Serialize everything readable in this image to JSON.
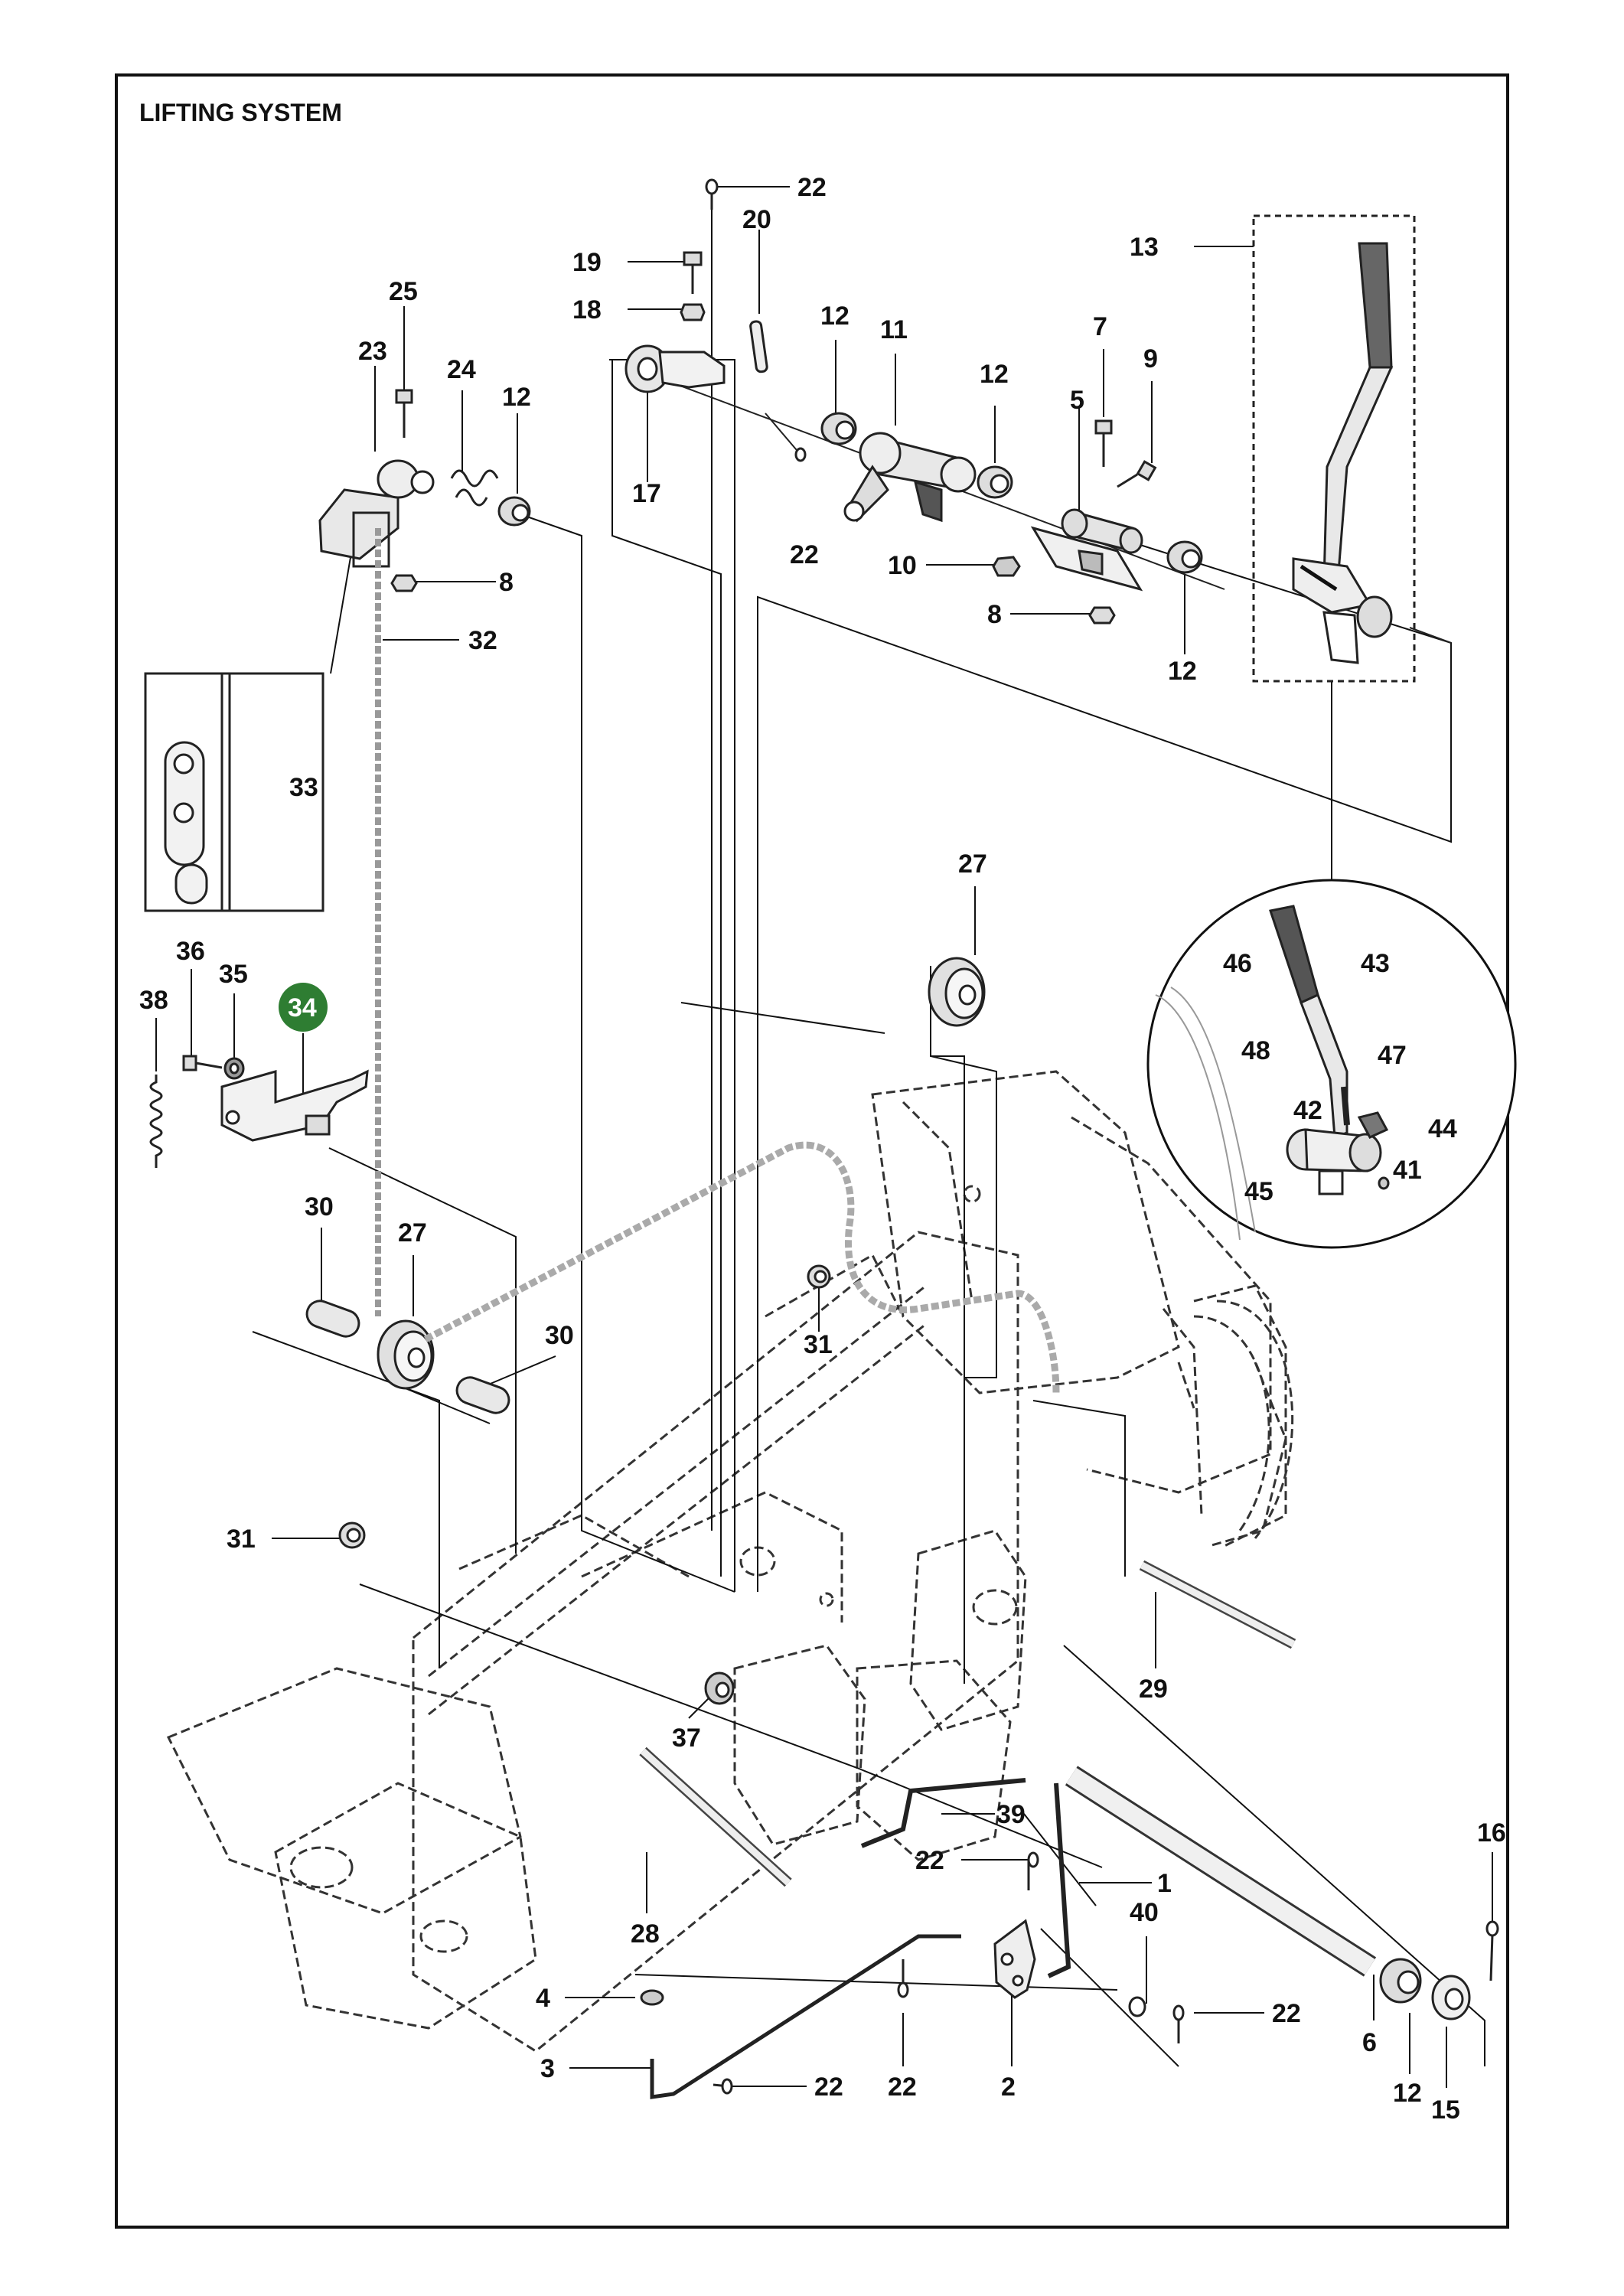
{
  "diagram": {
    "title": "LIFTING SYSTEM",
    "highlight_color": "#2e7d32",
    "highlighted_part": "34",
    "parts": [
      {
        "id": "c1",
        "label": "1"
      },
      {
        "id": "c2",
        "label": "2"
      },
      {
        "id": "c3",
        "label": "3"
      },
      {
        "id": "c4",
        "label": "4"
      },
      {
        "id": "c5",
        "label": "5"
      },
      {
        "id": "c6",
        "label": "6"
      },
      {
        "id": "c7",
        "label": "7"
      },
      {
        "id": "c8a",
        "label": "8"
      },
      {
        "id": "c8b",
        "label": "8"
      },
      {
        "id": "c9",
        "label": "9"
      },
      {
        "id": "c10",
        "label": "10"
      },
      {
        "id": "c11",
        "label": "11"
      },
      {
        "id": "c12a",
        "label": "12"
      },
      {
        "id": "c12b",
        "label": "12"
      },
      {
        "id": "c12c",
        "label": "12"
      },
      {
        "id": "c12d",
        "label": "12"
      },
      {
        "id": "c12e",
        "label": "12"
      },
      {
        "id": "c13",
        "label": "13"
      },
      {
        "id": "c15",
        "label": "15"
      },
      {
        "id": "c16",
        "label": "16"
      },
      {
        "id": "c17",
        "label": "17"
      },
      {
        "id": "c18",
        "label": "18"
      },
      {
        "id": "c19",
        "label": "19"
      },
      {
        "id": "c20",
        "label": "20"
      },
      {
        "id": "c22a",
        "label": "22"
      },
      {
        "id": "c22b",
        "label": "22"
      },
      {
        "id": "c22c",
        "label": "22"
      },
      {
        "id": "c22d",
        "label": "22"
      },
      {
        "id": "c22e",
        "label": "22"
      },
      {
        "id": "c22f",
        "label": "22"
      },
      {
        "id": "c23",
        "label": "23"
      },
      {
        "id": "c24",
        "label": "24"
      },
      {
        "id": "c25",
        "label": "25"
      },
      {
        "id": "c27a",
        "label": "27"
      },
      {
        "id": "c27b",
        "label": "27"
      },
      {
        "id": "c28",
        "label": "28"
      },
      {
        "id": "c29",
        "label": "29"
      },
      {
        "id": "c30a",
        "label": "30"
      },
      {
        "id": "c30b",
        "label": "30"
      },
      {
        "id": "c31a",
        "label": "31"
      },
      {
        "id": "c31b",
        "label": "31"
      },
      {
        "id": "c32",
        "label": "32"
      },
      {
        "id": "c33",
        "label": "33"
      },
      {
        "id": "c34",
        "label": "34"
      },
      {
        "id": "c35",
        "label": "35"
      },
      {
        "id": "c36",
        "label": "36"
      },
      {
        "id": "c37",
        "label": "37"
      },
      {
        "id": "c38",
        "label": "38"
      },
      {
        "id": "c39",
        "label": "39"
      },
      {
        "id": "c40",
        "label": "40"
      },
      {
        "id": "c41",
        "label": "41"
      },
      {
        "id": "c42",
        "label": "42"
      },
      {
        "id": "c43",
        "label": "43"
      },
      {
        "id": "c44",
        "label": "44"
      },
      {
        "id": "c45",
        "label": "45"
      },
      {
        "id": "c46",
        "label": "46"
      },
      {
        "id": "c47",
        "label": "47"
      },
      {
        "id": "c48",
        "label": "48"
      }
    ]
  }
}
